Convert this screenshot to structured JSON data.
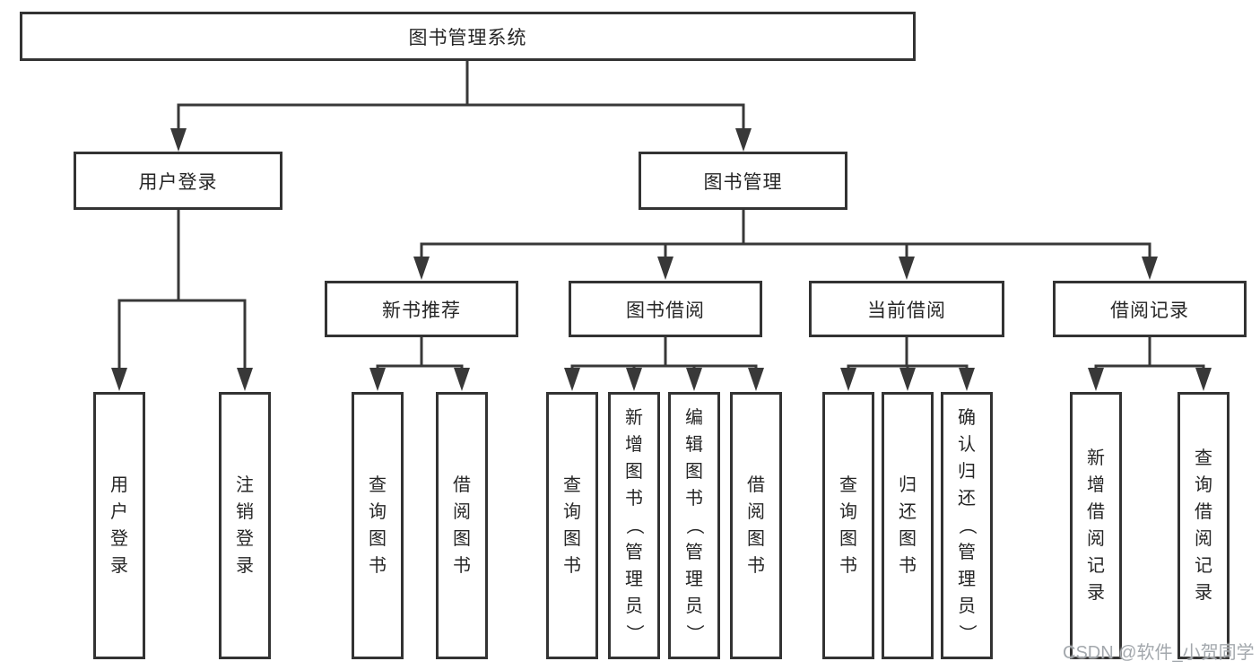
{
  "tree": {
    "root": {
      "label": "图书管理系统"
    },
    "branches": [
      {
        "label": "用户登录",
        "children": [
          "用户登录",
          "注销登录"
        ]
      },
      {
        "label": "图书管理",
        "modules": [
          {
            "label": "新书推荐",
            "children": [
              "查询图书",
              "借阅图书"
            ]
          },
          {
            "label": "图书借阅",
            "children": [
              "查询图书",
              "新增图书（管理员）",
              "编辑图书（管理员）",
              "借阅图书"
            ]
          },
          {
            "label": "当前借阅",
            "children": [
              "查询图书",
              "归还图书",
              "确认归还（管理员）"
            ]
          },
          {
            "label": "借阅记录",
            "children": [
              "新增借阅记录",
              "查询借阅记录"
            ]
          }
        ]
      }
    ]
  },
  "watermark": {
    "text": "CSDN @软件_小贺同学"
  },
  "colors": {
    "line": "#383838",
    "border": "#333333",
    "text": "#262626",
    "watermark": "#a3a8ad",
    "background": "#ffffff"
  }
}
